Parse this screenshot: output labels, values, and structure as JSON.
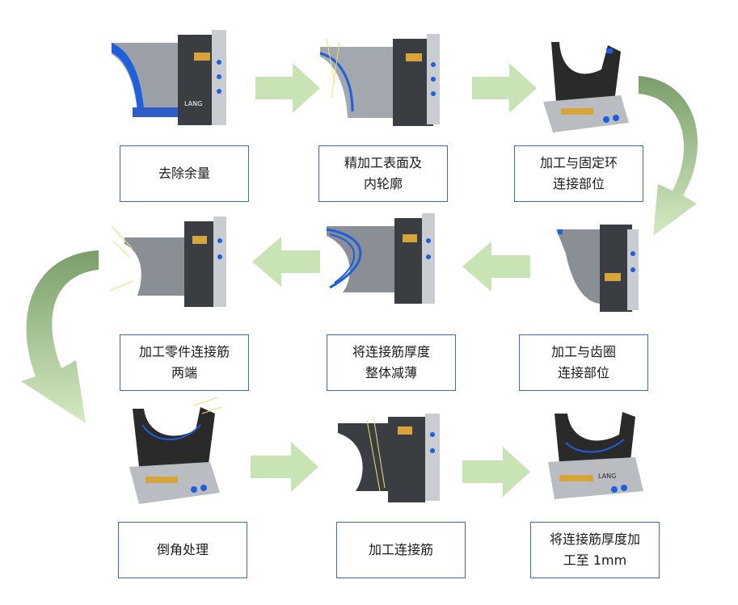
{
  "colors": {
    "box_border": "#3a6bbf",
    "arrow_fill": "#c8e3b4",
    "curve_dark": "#7a9e6a",
    "part_gray": "#8a8f95",
    "part_dark": "#2a2a2a",
    "toolpath_blue": "#1c5fe0",
    "fixture_gray": "#b9bdc2",
    "brass": "#d7a43a"
  },
  "steps": [
    {
      "id": 1,
      "label": "去除余量",
      "fixture": "vertical-vise",
      "highlight": "blue-outer-edge"
    },
    {
      "id": 2,
      "label": "精加工表面及\n内轮廓",
      "fixture": "vertical-vise",
      "highlight": "blue-inner-contour"
    },
    {
      "id": 3,
      "label": "加工与固定环\n连接部位",
      "fixture": "horizontal-vise",
      "highlight": "blue-top-tip"
    },
    {
      "id": 4,
      "label": "加工与齿圈\n连接部位",
      "fixture": "vertical-vise",
      "highlight": "blue-top-tip"
    },
    {
      "id": 5,
      "label": "将连接筋厚度\n整体减薄",
      "fixture": "vertical-vise",
      "highlight": "blue-curve"
    },
    {
      "id": 6,
      "label": "加工零件连接筋\n两端",
      "fixture": "vertical-vise",
      "highlight": "yellow-ends"
    },
    {
      "id": 7,
      "label": "倒角处理",
      "fixture": "horizontal-vise",
      "highlight": "blue-inner-rim"
    },
    {
      "id": 8,
      "label": "加工连接筋",
      "fixture": "vertical-vise",
      "highlight": "yellow-lines"
    },
    {
      "id": 9,
      "label": "将连接筋厚度加\n工至 1mm",
      "fixture": "horizontal-vise",
      "highlight": "blue-inner-rim"
    }
  ],
  "brand_text": "LANG"
}
